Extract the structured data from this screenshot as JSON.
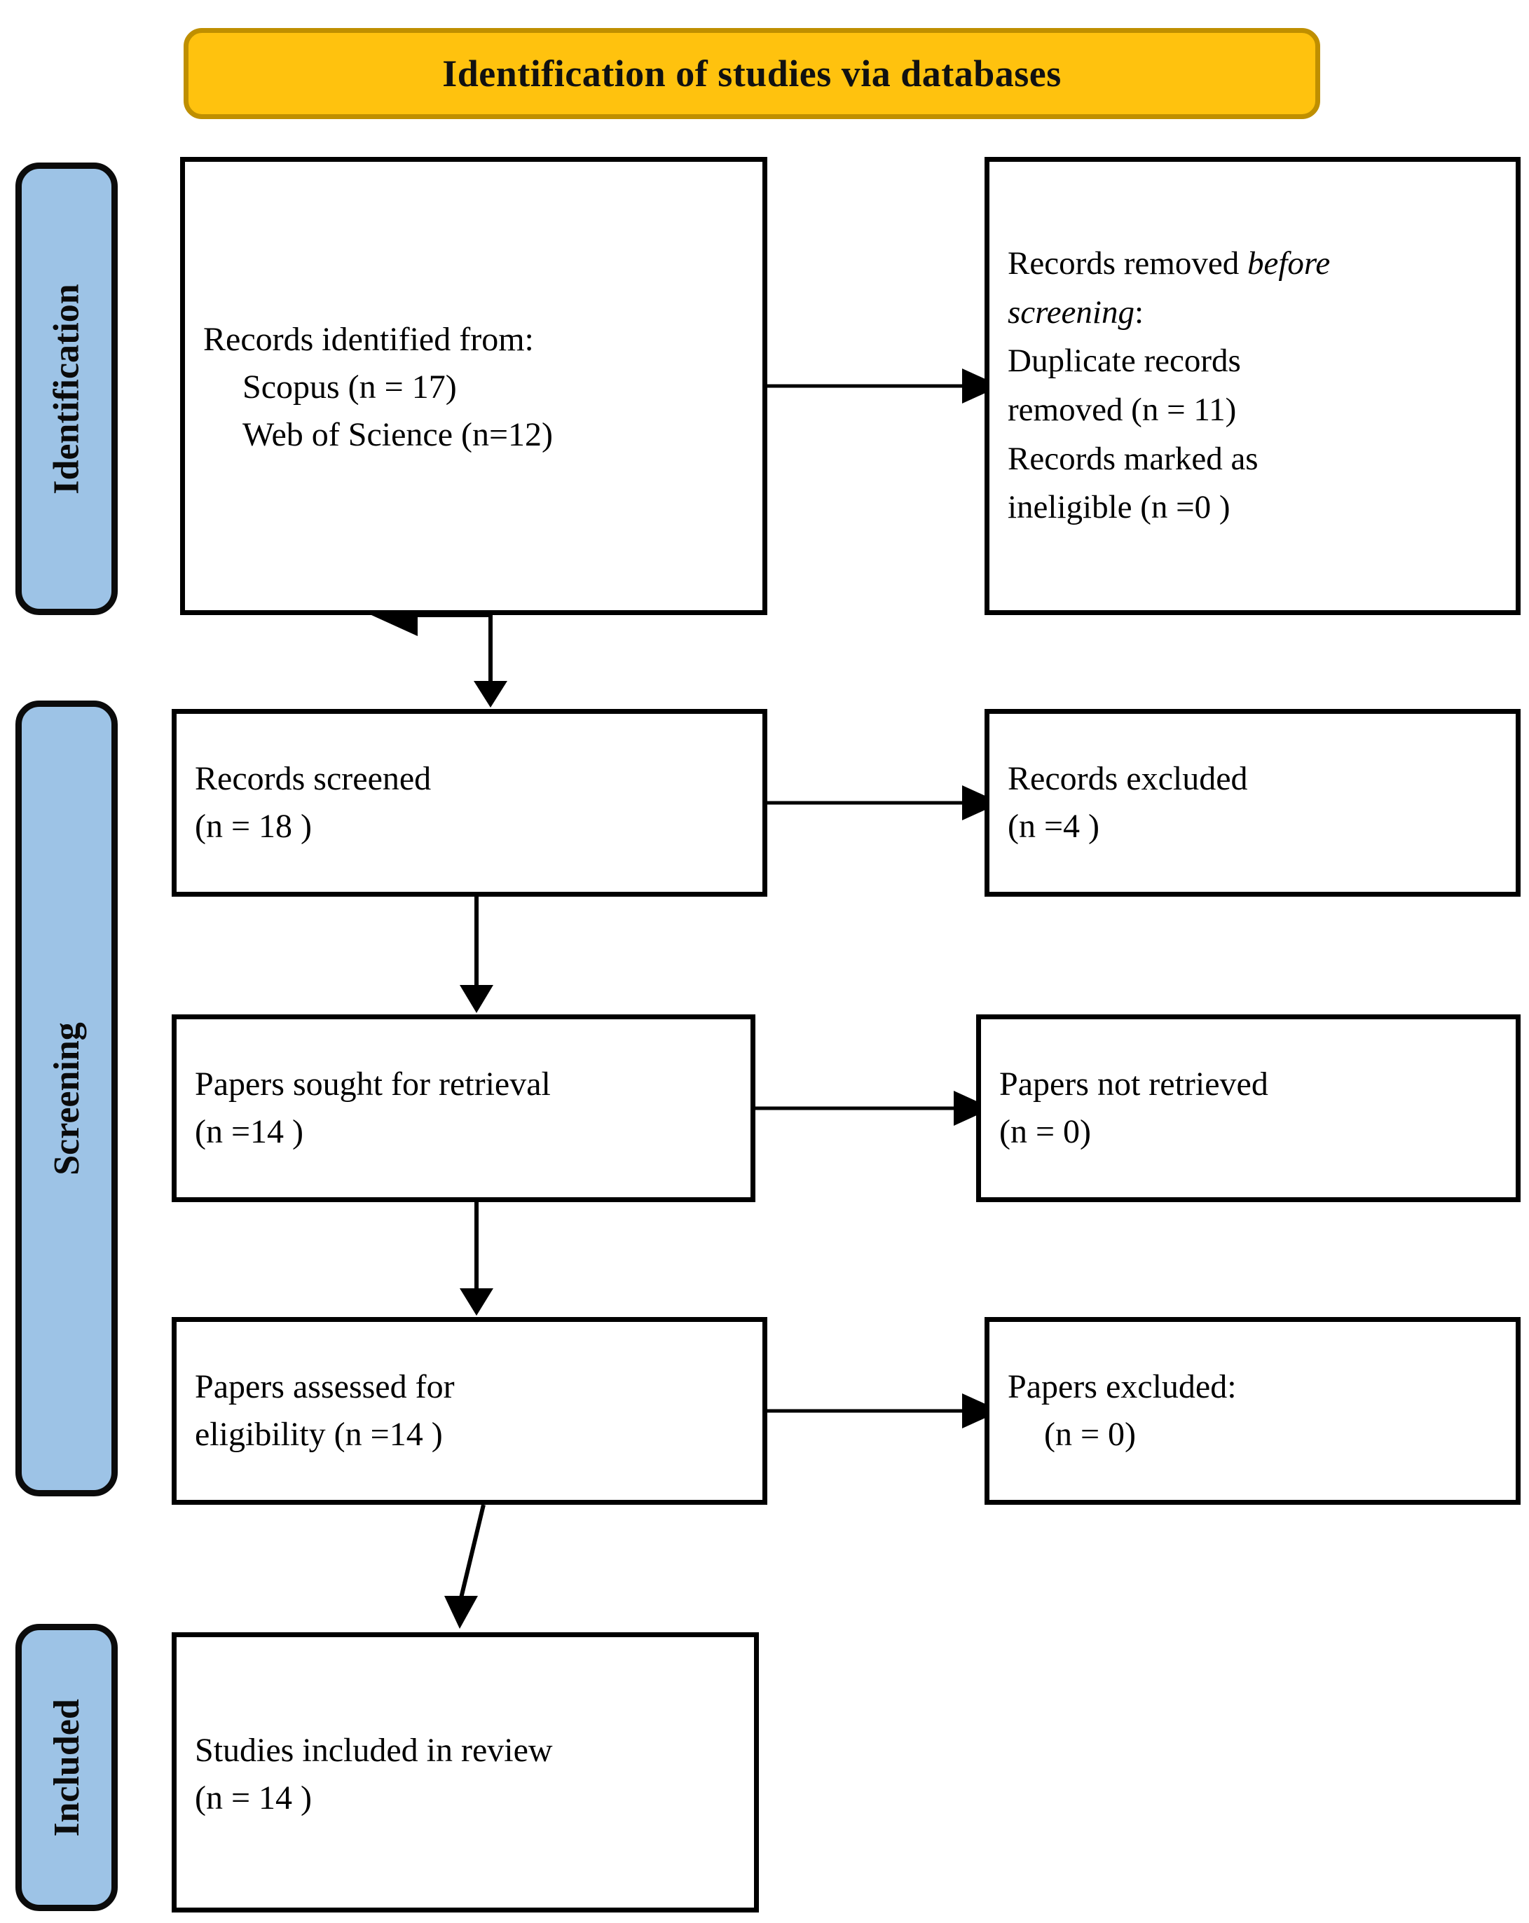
{
  "diagram": {
    "type": "PRISMA flow diagram",
    "banner": {
      "title": "Identification of studies via databases"
    },
    "phases": [
      {
        "id": "identification",
        "label": "Identification"
      },
      {
        "id": "screening",
        "label": "Screening"
      },
      {
        "id": "included",
        "label": "Included"
      }
    ],
    "boxes": {
      "identified": {
        "line1": "Records identified from:",
        "line2": "Scopus (n = 17)",
        "line3": "Web of Science (n=12)"
      },
      "removed": {
        "line1_pre": "Records removed ",
        "line1_em": "before",
        "line2_em": "screening",
        "line2_post": ":",
        "line3": "Duplicate records",
        "line4": "removed  (n = 11)",
        "line5": "Records marked as",
        "line6": "ineligible (n =0 )"
      },
      "screened": {
        "line1": "Records screened",
        "line2": "(n = 18 )"
      },
      "records_excluded": {
        "line1": "Records excluded",
        "line2": "(n =4 )"
      },
      "sought": {
        "line1": "Papers sought for retrieval",
        "line2": "(n =14 )"
      },
      "not_retrieved": {
        "line1": "Papers not retrieved",
        "line2": "(n = 0)"
      },
      "assessed": {
        "line1": "Papers assessed for",
        "line2": "eligibility (n =14 )"
      },
      "papers_excluded": {
        "line1": "Papers excluded:",
        "line2": "(n = 0)"
      },
      "included": {
        "line1": "Studies included in review",
        "line2": "(n = 14 )"
      }
    },
    "counts": {
      "scopus": 17,
      "web_of_science": 12,
      "duplicates_removed": 11,
      "marked_ineligible": 0,
      "records_screened": 18,
      "records_excluded": 4,
      "papers_sought": 14,
      "papers_not_retrieved": 0,
      "papers_assessed": 14,
      "papers_excluded": 0,
      "studies_included": 14
    },
    "colors": {
      "banner_fill": "#FFC20E",
      "banner_border": "#BF8F00",
      "phase_fill": "#9DC3E6",
      "box_border": "#000000",
      "box_fill": "#FFFFFF",
      "text": "#000000"
    }
  }
}
